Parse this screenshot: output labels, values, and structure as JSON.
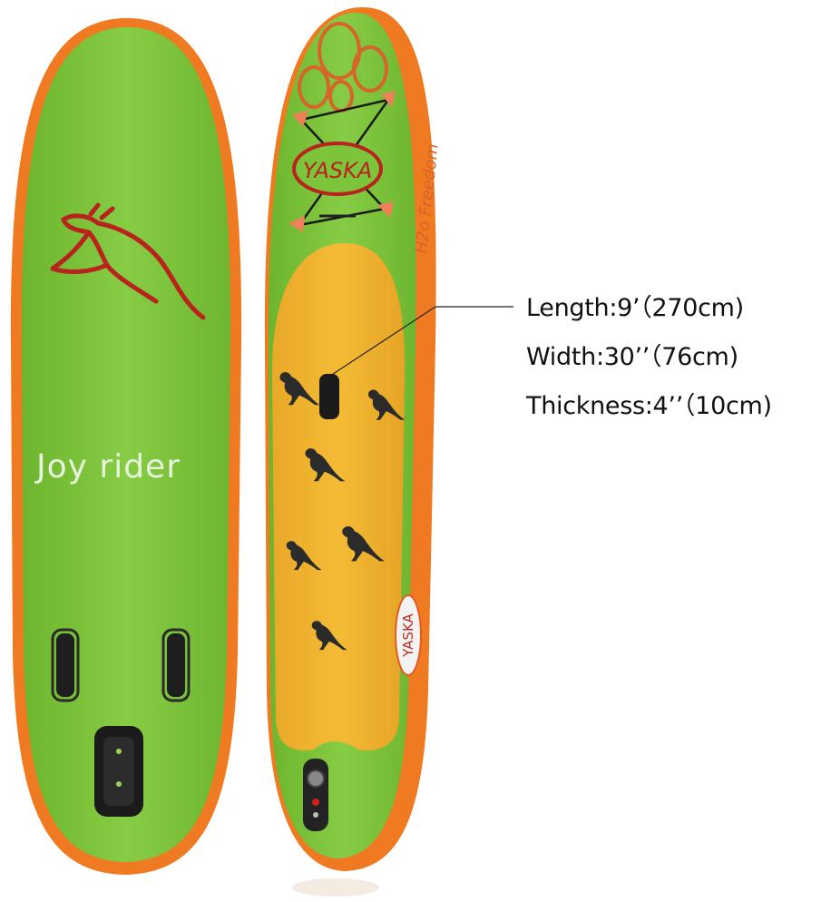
{
  "colors": {
    "board_green": "#7cc43a",
    "board_rim": "#ef7a22",
    "deck_pad": "#f2b630",
    "logo_red": "#b8231e",
    "handle": "#1e1e1e"
  },
  "back_board": {
    "text": "Joy rider",
    "logo_icon": "kangaroo-logo-icon"
  },
  "deck_board": {
    "brand": "YASKA",
    "side_text": "H2o Freedom",
    "rail_brand": "YASKA"
  },
  "specs": [
    {
      "label": "Length:9’（270cm)"
    },
    {
      "label": "Width:30’’（76cm)"
    },
    {
      "label": "Thickness:4’’（10cm)"
    }
  ]
}
